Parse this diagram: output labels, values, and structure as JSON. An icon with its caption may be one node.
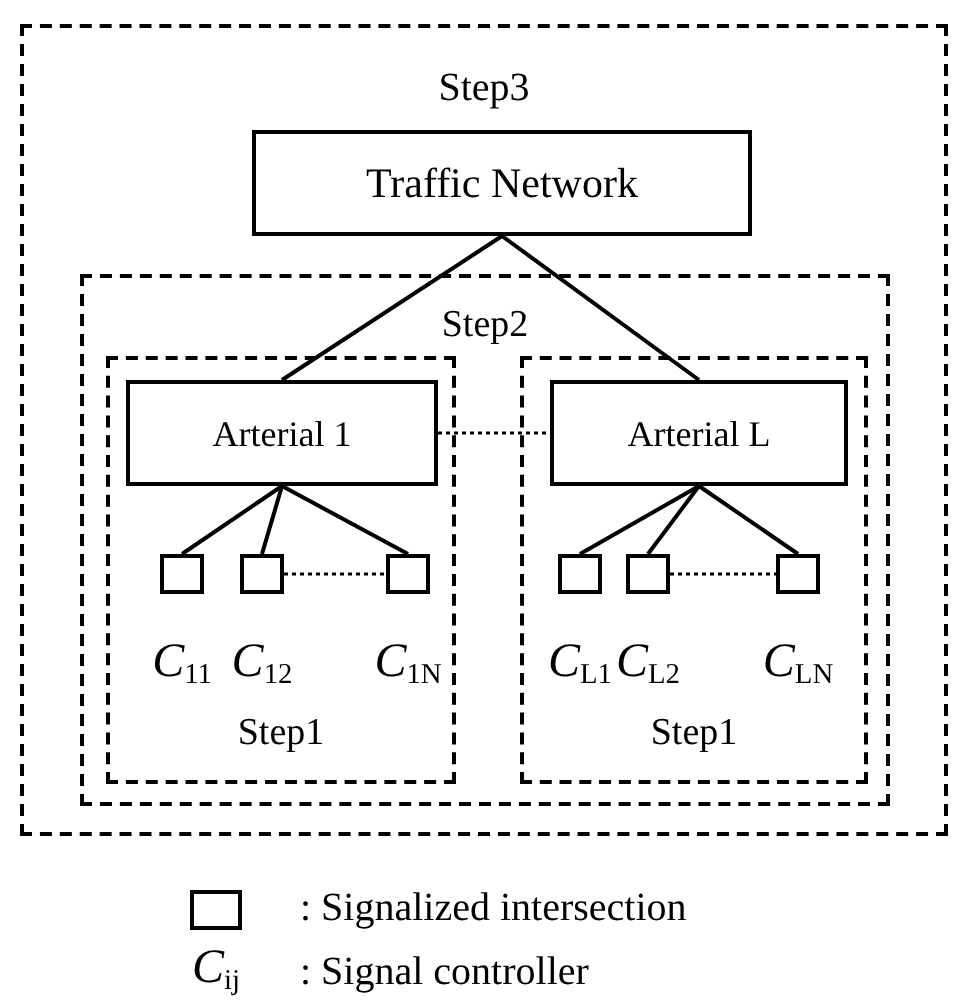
{
  "diagram": {
    "nodes": [
      {
        "text": [
          "Step3"
        ]
      },
      {
        "text": [
          "Traffic Network"
        ],
        "in": 0
      },
      {
        "text": [
          "Step2"
        ],
        "in": 0
      },
      {
        "text": [
          "Step1"
        ],
        "in": 2
      },
      {
        "text": [
          "Arterial 1"
        ],
        "in": 3
      },
      {
        "text": [],
        "shape": "box",
        "in": 3,
        "beside": [
          "*C*$_{11}$"
        ]
      },
      {
        "text": [],
        "shape": "box",
        "in": 3,
        "beside": [
          "*C*$_{12}$"
        ]
      },
      {
        "text": [],
        "shape": "box",
        "in": 3,
        "beside": [
          "*C*$_{1N}$"
        ]
      },
      {
        "text": [
          "Step1"
        ],
        "in": 2
      },
      {
        "text": [
          "Arterial L"
        ],
        "in": 8
      },
      {
        "text": [],
        "shape": "box",
        "in": 8,
        "beside": [
          "*C*$_{L1}$"
        ]
      },
      {
        "text": [],
        "shape": "box",
        "in": 8,
        "beside": [
          "*C*$_{L2}$"
        ]
      },
      {
        "text": [],
        "shape": "box",
        "in": 8,
        "beside": [
          "*C*$_{LN}$"
        ]
      }
    ],
    "edges": [
      {
        "from": 1,
        "to": 4,
        "arrow": "none"
      },
      {
        "from": 1,
        "to": 9,
        "arrow": "none"
      },
      {
        "from": 4,
        "to": 9,
        "arrow": "none",
        "style": "dashed"
      },
      {
        "from": 4,
        "to": 5,
        "arrow": "none"
      },
      {
        "from": 4,
        "to": 6,
        "arrow": "none"
      },
      {
        "from": 4,
        "to": 7,
        "arrow": "none"
      },
      {
        "from": 6,
        "to": 7,
        "arrow": "none",
        "style": "dashed"
      },
      {
        "from": 9,
        "to": 10,
        "arrow": "none"
      },
      {
        "from": 9,
        "to": 11,
        "arrow": "none"
      },
      {
        "from": 9,
        "to": 12,
        "arrow": "none"
      },
      {
        "from": 11,
        "to": 12,
        "arrow": "none",
        "style": "dashed"
      }
    ],
    "labels": [
      "*C*$_{ij}$"
    ],
    "legend": [
      {
        "text": ": Signalized intersection"
      },
      {
        "text": ": Signal controller"
      }
    ]
  }
}
